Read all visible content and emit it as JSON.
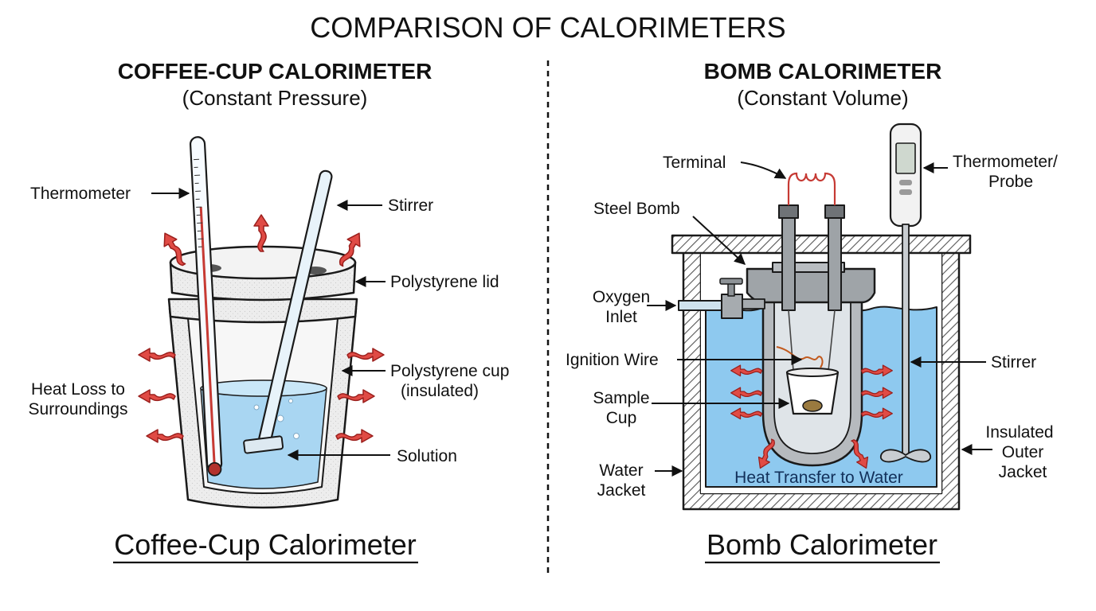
{
  "title": "COMPARISON OF CALORIMETERS",
  "left": {
    "heading": "COFFEE-CUP CALORIMETER",
    "subheading": "(Constant Pressure)",
    "caption": "Coffee-Cup Calorimeter",
    "labels": {
      "thermometer": "Thermometer",
      "stirrer": "Stirrer",
      "lid": "Polystyrene lid",
      "cup_line1": "Polystyrene cup",
      "cup_line2": "(insulated)",
      "heat_line1": "Heat Loss to",
      "heat_line2": "Surroundings",
      "solution": "Solution"
    }
  },
  "right": {
    "heading": "BOMB CALORIMETER",
    "subheading": "(Constant Volume)",
    "caption": "Bomb Calorimeter",
    "labels": {
      "terminal": "Terminal",
      "probe_line1": "Thermometer/",
      "probe_line2": "Probe",
      "steel_bomb": "Steel Bomb",
      "oxygen_line1": "Oxygen",
      "oxygen_line2": "Inlet",
      "ignition": "Ignition Wire",
      "stirrer": "Stirrer",
      "sample_line1": "Sample",
      "sample_line2": "Cup",
      "insulated_line1": "Insulated",
      "insulated_line2": "Outer",
      "insulated_line3": "Jacket",
      "water_line1": "Water",
      "water_line2": "Jacket",
      "heat_transfer": "Heat Transfer to Water"
    }
  },
  "colors": {
    "water": "#8ec9ef",
    "water_light": "#cfe8f8",
    "heat_arrow": "#e04b45",
    "steel": "#a9adb1",
    "foam": "#ececec",
    "hatch": "#444444"
  }
}
